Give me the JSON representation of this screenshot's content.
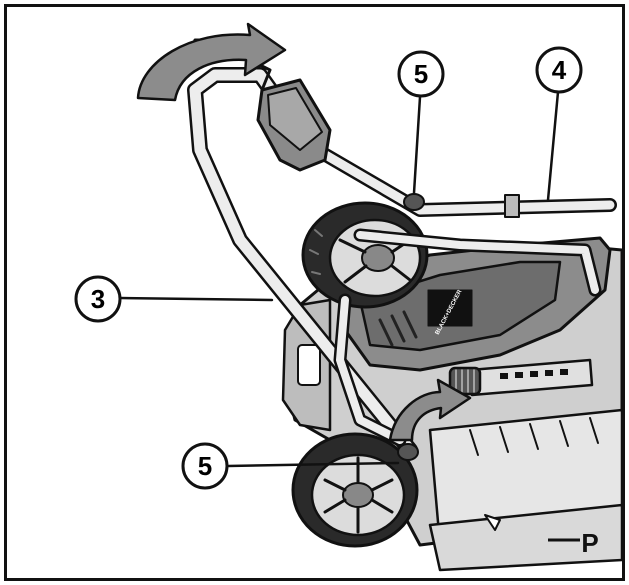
{
  "callouts": {
    "c5_top": "5",
    "c4": "4",
    "c3": "3",
    "c5_bottom": "5"
  },
  "brand_text": "BLACK+DECKER",
  "position_letter": "P"
}
